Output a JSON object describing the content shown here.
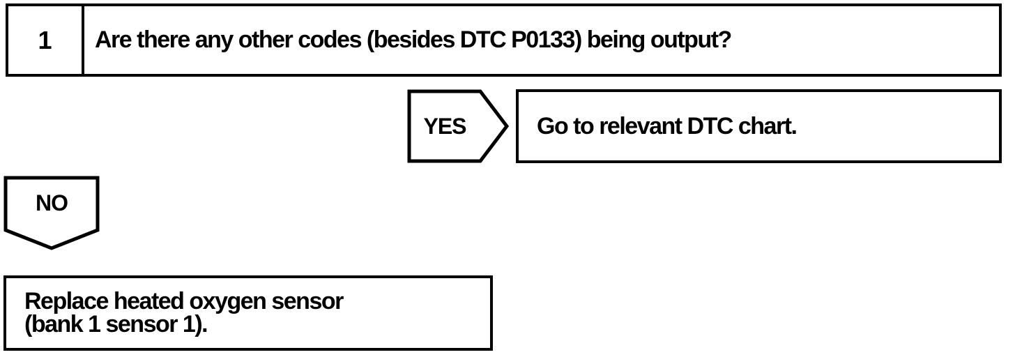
{
  "page": {
    "background_color": "#ffffff",
    "ink_color": "#000000"
  },
  "flowchart": {
    "step": {
      "number": "1",
      "question": "Are there any other codes (besides DTC P0133) being output?"
    },
    "yes_branch": {
      "label": "YES",
      "action": "Go to relevant DTC chart."
    },
    "no_branch": {
      "label": "NO",
      "action_line1": "Replace heated oxygen sensor",
      "action_line2": "(bank 1 sensor 1)."
    }
  }
}
